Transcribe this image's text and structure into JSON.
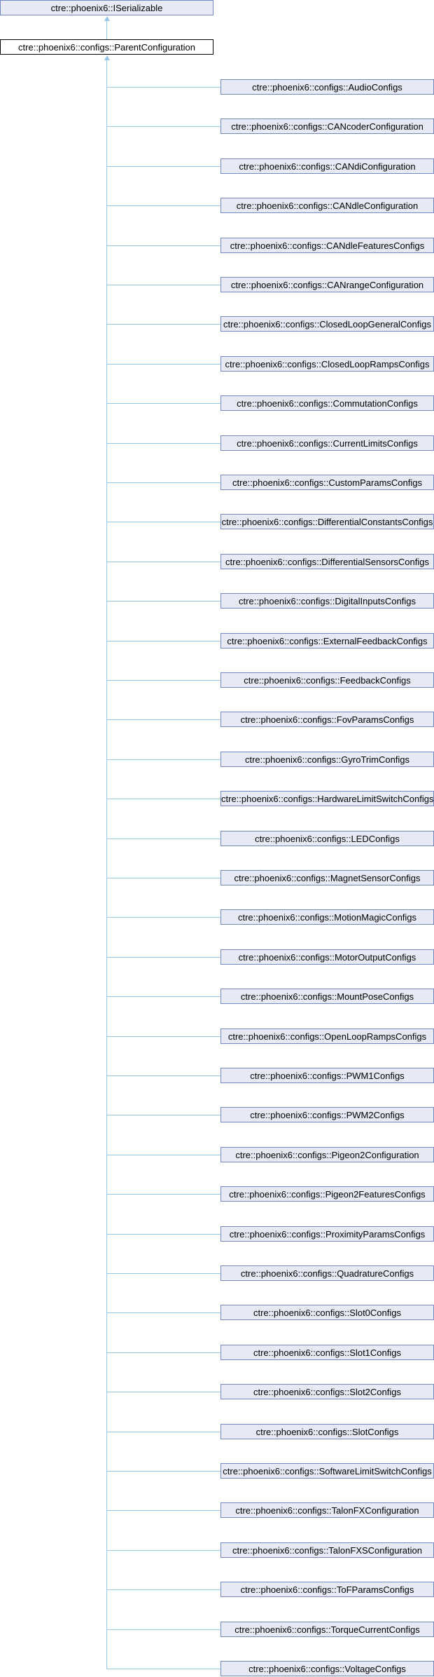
{
  "base": {
    "label": "ctre::phoenix6::ISerializable"
  },
  "parent": {
    "label": "ctre::phoenix6::configs::ParentConfiguration"
  },
  "children": [
    "ctre::phoenix6::configs::AudioConfigs",
    "ctre::phoenix6::configs::CANcoderConfiguration",
    "ctre::phoenix6::configs::CANdiConfiguration",
    "ctre::phoenix6::configs::CANdleConfiguration",
    "ctre::phoenix6::configs::CANdleFeaturesConfigs",
    "ctre::phoenix6::configs::CANrangeConfiguration",
    "ctre::phoenix6::configs::ClosedLoopGeneralConfigs",
    "ctre::phoenix6::configs::ClosedLoopRampsConfigs",
    "ctre::phoenix6::configs::CommutationConfigs",
    "ctre::phoenix6::configs::CurrentLimitsConfigs",
    "ctre::phoenix6::configs::CustomParamsConfigs",
    "ctre::phoenix6::configs::DifferentialConstantsConfigs",
    "ctre::phoenix6::configs::DifferentialSensorsConfigs",
    "ctre::phoenix6::configs::DigitalInputsConfigs",
    "ctre::phoenix6::configs::ExternalFeedbackConfigs",
    "ctre::phoenix6::configs::FeedbackConfigs",
    "ctre::phoenix6::configs::FovParamsConfigs",
    "ctre::phoenix6::configs::GyroTrimConfigs",
    "ctre::phoenix6::configs::HardwareLimitSwitchConfigs",
    "ctre::phoenix6::configs::LEDConfigs",
    "ctre::phoenix6::configs::MagnetSensorConfigs",
    "ctre::phoenix6::configs::MotionMagicConfigs",
    "ctre::phoenix6::configs::MotorOutputConfigs",
    "ctre::phoenix6::configs::MountPoseConfigs",
    "ctre::phoenix6::configs::OpenLoopRampsConfigs",
    "ctre::phoenix6::configs::PWM1Configs",
    "ctre::phoenix6::configs::PWM2Configs",
    "ctre::phoenix6::configs::Pigeon2Configuration",
    "ctre::phoenix6::configs::Pigeon2FeaturesConfigs",
    "ctre::phoenix6::configs::ProximityParamsConfigs",
    "ctre::phoenix6::configs::QuadratureConfigs",
    "ctre::phoenix6::configs::Slot0Configs",
    "ctre::phoenix6::configs::Slot1Configs",
    "ctre::phoenix6::configs::Slot2Configs",
    "ctre::phoenix6::configs::SlotConfigs",
    "ctre::phoenix6::configs::SoftwareLimitSwitchConfigs",
    "ctre::phoenix6::configs::TalonFXConfiguration",
    "ctre::phoenix6::configs::TalonFXSConfiguration",
    "ctre::phoenix6::configs::ToFParamsConfigs",
    "ctre::phoenix6::configs::TorqueCurrentConfigs",
    "ctre::phoenix6::configs::VoltageConfigs"
  ]
}
